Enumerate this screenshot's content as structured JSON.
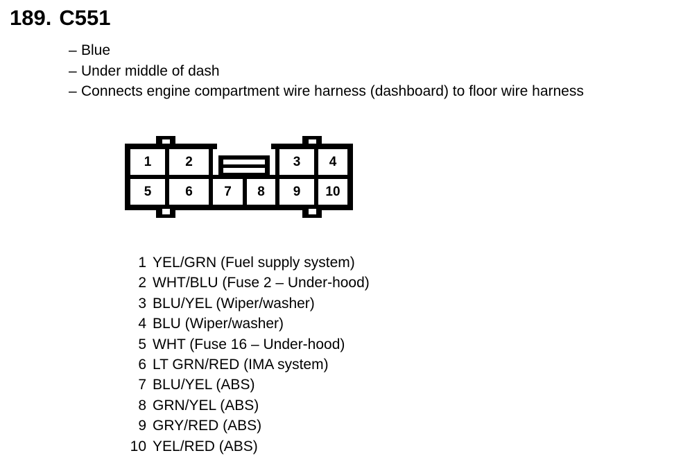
{
  "header": {
    "number": "189.",
    "connector_id": "C551",
    "bullet": "–",
    "description_lines": [
      "Blue",
      "Under middle of dash",
      "Connects engine compartment wire harness (dashboard) to floor wire harness"
    ]
  },
  "connector": {
    "top_row": [
      "1",
      "2",
      "3",
      "4"
    ],
    "bottom_row": [
      "5",
      "6",
      "7",
      "8",
      "9",
      "10"
    ],
    "body_color": "#000000",
    "cell_color": "#ffffff",
    "has_center_latch": true,
    "tab_count": 4
  },
  "pins": [
    {
      "number": "1",
      "description": "YEL/GRN (Fuel supply system)"
    },
    {
      "number": "2",
      "description": "WHT/BLU (Fuse 2 – Under-hood)"
    },
    {
      "number": "3",
      "description": "BLU/YEL (Wiper/washer)"
    },
    {
      "number": "4",
      "description": "BLU (Wiper/washer)"
    },
    {
      "number": "5",
      "description": "WHT (Fuse 16 – Under-hood)"
    },
    {
      "number": "6",
      "description": "LT GRN/RED (IMA system)"
    },
    {
      "number": "7",
      "description": "BLU/YEL (ABS)"
    },
    {
      "number": "8",
      "description": "GRN/YEL (ABS)"
    },
    {
      "number": "9",
      "description": "GRY/RED (ABS)"
    },
    {
      "number": "10",
      "description": "YEL/RED (ABS)"
    }
  ]
}
